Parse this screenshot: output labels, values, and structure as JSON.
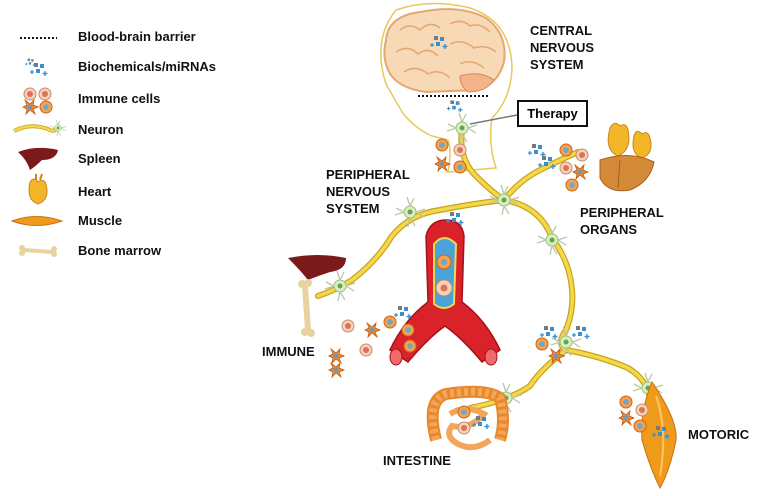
{
  "legend": [
    {
      "icon": "dotted-line",
      "label": "Blood-brain barrier"
    },
    {
      "icon": "biochemicals",
      "label": "Biochemicals/miRNAs"
    },
    {
      "icon": "immune-cells",
      "label": "Immune cells"
    },
    {
      "icon": "neuron",
      "label": "Neuron"
    },
    {
      "icon": "spleen",
      "label": "Spleen"
    },
    {
      "icon": "heart",
      "label": "Heart"
    },
    {
      "icon": "muscle",
      "label": "Muscle"
    },
    {
      "icon": "bone-marrow",
      "label": "Bone marrow"
    }
  ],
  "regions": {
    "cns": [
      "CENTRAL",
      "NERVOUS",
      "SYSTEM"
    ],
    "pns": [
      "PERIPHERAL",
      "NERVOUS",
      "SYSTEM"
    ],
    "organs": [
      "PERIPHERAL",
      "ORGANS"
    ],
    "immune": "IMMUNE",
    "intestine": "INTESTINE",
    "motoric": "MOTORIC"
  },
  "therapy": "Therapy",
  "colors": {
    "nerve": "#f2d84a",
    "nerve_outline": "#c9a21a",
    "brain": "#f3c79a",
    "vessel": "#d9222a",
    "immune_cell": "#f08a2a",
    "biochemical": "#3a8fd0",
    "spleen": "#7a1a1a",
    "muscle": "#f09a1a",
    "intestine": "#f0a050"
  }
}
